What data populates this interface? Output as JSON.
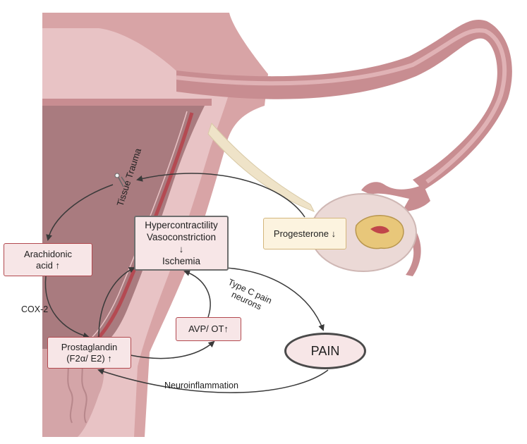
{
  "nodes": {
    "arachidonic": [
      "Arachidonic",
      "acid ↑"
    ],
    "hyper": [
      "Hypercontractility",
      "Vasoconstriction",
      "↓",
      "Ischemia"
    ],
    "progesterone": "Progesterone ↓",
    "prostaglandin": [
      "Prostaglandin",
      "(F2α/ E2) ↑"
    ],
    "avp": "AVP/ OT↑",
    "pain": "PAIN"
  },
  "labels": {
    "tissue_trauma": "Tissue Trauma",
    "cox2": "COX-2",
    "type_c": [
      "Type C pain",
      "neurons"
    ],
    "neuroinflammation": "Neuroinflammation"
  },
  "colors": {
    "tissue_dark": "#d8a4a6",
    "tissue_mid": "#c88d91",
    "cavity": "#a97b7f",
    "cervix": "#d4a5a8",
    "box_fill": "#f7e6e7",
    "box_border": "#b2494f",
    "cream_fill": "#fcf3df",
    "arrow": "#3a3a3a"
  }
}
